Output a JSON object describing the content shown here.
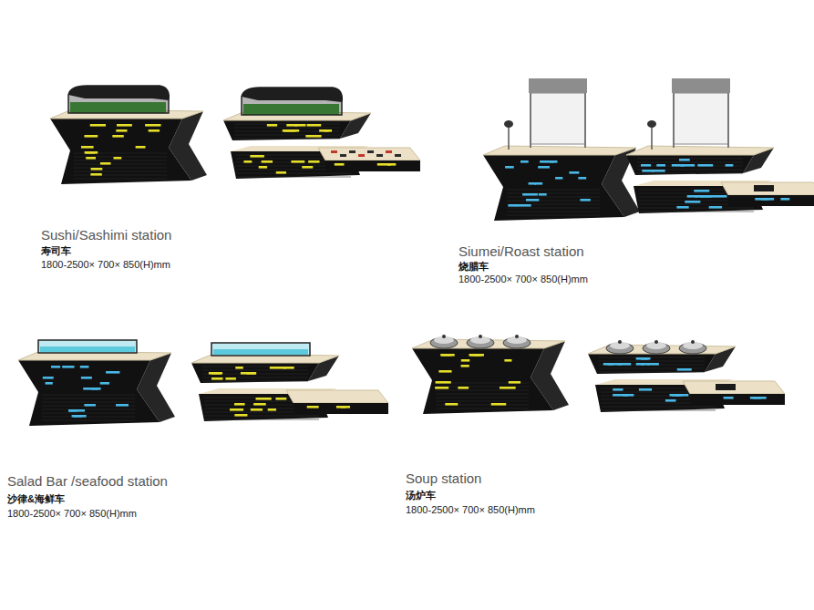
{
  "diagram": {
    "labels": [
      "Sushi/Sashimi station",
      "寿司车",
      "1800-2500× 700× 850(H)mm",
      "Siumei/Roast station",
      "烧腊车",
      "1800-2500× 700× 850(H)mm",
      "Salad Bar /seafood station",
      "沙律&海鲜车",
      "1800-2500× 700× 850(H)mm",
      "Soup station",
      "汤炉车",
      "1800-2500× 700× 850(H)mm"
    ]
  }
}
